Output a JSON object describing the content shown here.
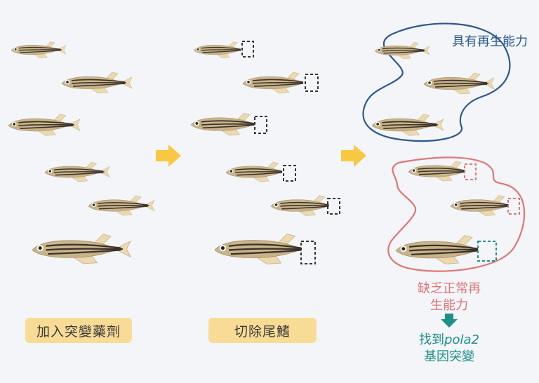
{
  "labels": {
    "step1": "加入突變藥劑",
    "step2": "切除尾鰭",
    "regen": "具有再生能力",
    "no_regen_line1": "缺乏正常再",
    "no_regen_line2": "生能力",
    "found_prefix": "找到",
    "found_gene": "pola2",
    "found_suffix": "基因突變"
  },
  "colors": {
    "background": "#f3f5f8",
    "fish_body": "#c9b48a",
    "fish_stripe": "#3a3128",
    "fin": "#ecd9b0",
    "arrow": "#f8c842",
    "label_box": "#f8dc96",
    "blue_outline": "#2b5891",
    "red_outline": "#e07576",
    "teal": "#1f8f8a",
    "cut_box": "#333333"
  }
}
